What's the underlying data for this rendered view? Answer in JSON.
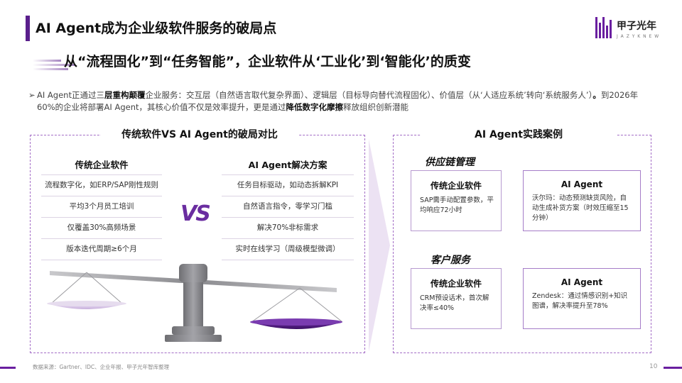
{
  "header": {
    "title": "AI Agent成为企业级软件服务的破局点",
    "logo_name": "甲子光年",
    "logo_sub": "J A Z Y K N E W",
    "brand_color": "#6a1fa0"
  },
  "subtitle": "从“流程固化”到“任务智能”，企业软件从‘工业化’到‘智能化’的质变",
  "summary": {
    "part1": "AI Agent正通过三",
    "bold1": "层重构颠覆",
    "part2": "企业服务：交互层（自然语言取代复杂界面）、逻辑层（目标导向替代流程固化）、价值层（从‘人适应系统’转向‘系统服务人’）",
    "bold2": "。",
    "part3": "到2026年60%的企业将部署AI Agent，其核心价值不仅是效率提升，更是通过",
    "bold3": "降低数字化摩擦",
    "part4": "释放组织创新潜能"
  },
  "comparison": {
    "header": "传统软件VS AI Agent的破局对比",
    "vs": "VS",
    "left_title": "传统企业软件",
    "left_rows": [
      "流程数字化，如ERP/SAP刚性规则",
      "平均3个月员工培训",
      "仅覆盖30%高频场景",
      "版本迭代周期≥6个月"
    ],
    "right_title": "AI Agent解决方案",
    "right_rows": [
      "任务目标驱动，如动态拆解KPI",
      "自然语言指令，零学习门槛",
      "解决70%非标需求",
      "实时在线学习（周级模型微调）"
    ]
  },
  "cases": {
    "header": "AI Agent实践案例",
    "sections": [
      {
        "title": "供应链管理",
        "traditional_title": "传统企业软件",
        "traditional_body": "SAP需手动配置参数，平均响应72小时",
        "agent_title": "AI Agent",
        "agent_body": "沃尔玛：动态预测缺货风险，自动生成补货方案（时效压缩至15分钟）"
      },
      {
        "title": "客户服务",
        "traditional_title": "传统企业软件",
        "traditional_body": "CRM预设话术，首次解决率≤40%",
        "agent_title": "AI Agent",
        "agent_body": "Zendesk：通过情感识别+知识图谱，解决率提升至78%"
      }
    ]
  },
  "footer": {
    "source": "数据来源：Gartner、IDC、企业年报、甲子光年智库整理",
    "page": "10"
  }
}
